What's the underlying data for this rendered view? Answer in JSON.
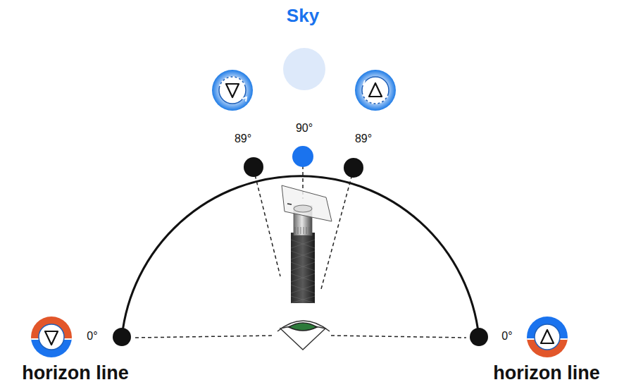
{
  "diagram": {
    "labels": [
      "Sky",
      "90°",
      "89°",
      "89°",
      "0°",
      "0°",
      "horizon line",
      "horizon line"
    ]
  }
}
